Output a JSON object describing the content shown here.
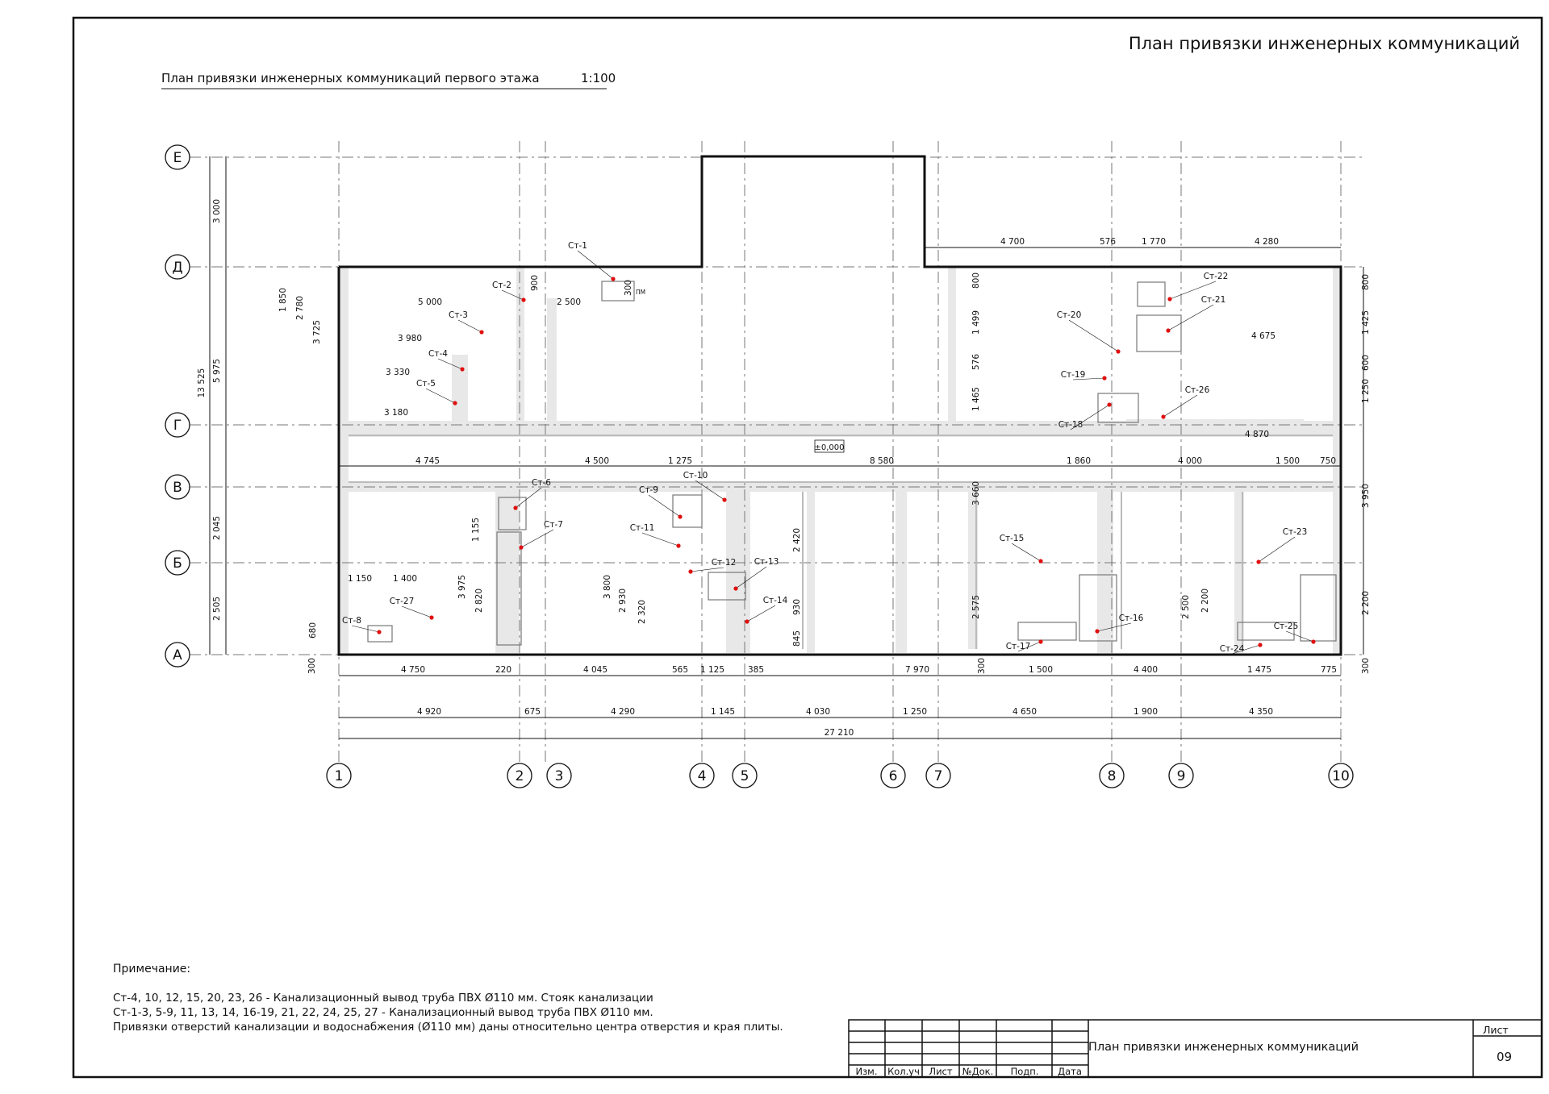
{
  "sheet_title": "План привязки инженерных коммуникаций",
  "plan": {
    "caption": "План привязки инженерных коммуникаций первого этажа",
    "scale": "1:100",
    "level_mark": "±0,000"
  },
  "axes": {
    "vertical": [
      "1",
      "2",
      "3",
      "4",
      "5",
      "6",
      "7",
      "8",
      "9",
      "10"
    ],
    "horizontal": [
      "А",
      "Б",
      "В",
      "Г",
      "Д",
      "Е"
    ]
  },
  "dims": {
    "bottom_row1": [
      "4 750",
      "220",
      "4 045",
      "565",
      "1 125",
      "385",
      "7 970",
      "1 500",
      "4 400",
      "1 475",
      "775"
    ],
    "bottom_row2": [
      "4 920",
      "675",
      "4 290",
      "1 145",
      "4 030",
      "1 250",
      "4 650",
      "1 900",
      "4 350"
    ],
    "total": "27 210",
    "left_outer": [
      "3 000",
      "13 525",
      "5 975",
      "2 045",
      "2 505"
    ],
    "left_inner": [
      "1 850",
      "2 780",
      "3 725",
      "3 975",
      "2 820",
      "1 155",
      "680",
      "300"
    ],
    "right": [
      "800",
      "1 425",
      "600",
      "1 250",
      "3 950",
      "2 200",
      "300"
    ],
    "top_right": [
      "4 700",
      "576",
      "1 770",
      "4 280"
    ],
    "mid_row": [
      "4 745",
      "4 500",
      "1 275",
      "8 580",
      "1 860",
      "4 000",
      "1 500",
      "750"
    ],
    "room_left": [
      "5 000",
      "2 500",
      "3 980",
      "3 330",
      "3 180",
      "900",
      "300"
    ],
    "room_right": [
      "4 675",
      "4 870",
      "800",
      "1 499",
      "576",
      "1 465",
      "3 660",
      "2 575",
      "300"
    ],
    "room_mid": [
      "1 150",
      "1 400",
      "3 800",
      "2 930",
      "2 320",
      "2 420",
      "930",
      "845",
      "2 500",
      "2 200"
    ],
    "pipe_size": "ПМ"
  },
  "pipes": [
    "Ст-1",
    "Ст-2",
    "Ст-3",
    "Ст-4",
    "Ст-5",
    "Ст-6",
    "Ст-7",
    "Ст-8",
    "Ст-9",
    "Ст-10",
    "Ст-11",
    "Ст-12",
    "Ст-13",
    "Ст-14",
    "Ст-15",
    "Ст-16",
    "Ст-17",
    "Ст-18",
    "Ст-19",
    "Ст-20",
    "Ст-21",
    "Ст-22",
    "Ст-23",
    "Ст-24",
    "Ст-25",
    "Ст-26",
    "Ст-27"
  ],
  "notes": {
    "title": "Примечание:",
    "lines": [
      "Ст-4, 10, 12, 15, 20, 23, 26  -  Канализационный вывод труба ПВХ Ø110 мм. Стояк канализации",
      "Ст-1-3, 5-9, 11, 13, 14, 16-19, 21, 22, 24, 25, 27 - Канализационный вывод труба ПВХ Ø110 мм.",
      "Привязки отверстий канализации и водоснабжения (Ø110 мм) даны относительно центра отверстия и края плиты."
    ]
  },
  "stamp": {
    "cols": [
      "Изм.",
      "Кол.уч",
      "Лист",
      "№Док.",
      "Подп.",
      "Дата"
    ],
    "title": "План привязки инженерных коммуникаций",
    "sheet_label": "Лист",
    "sheet_number": "09"
  },
  "colors": {
    "line": "#111111",
    "wall": "#e6e6e6",
    "pipe_mark": "#e01010",
    "axis": "#888888"
  }
}
